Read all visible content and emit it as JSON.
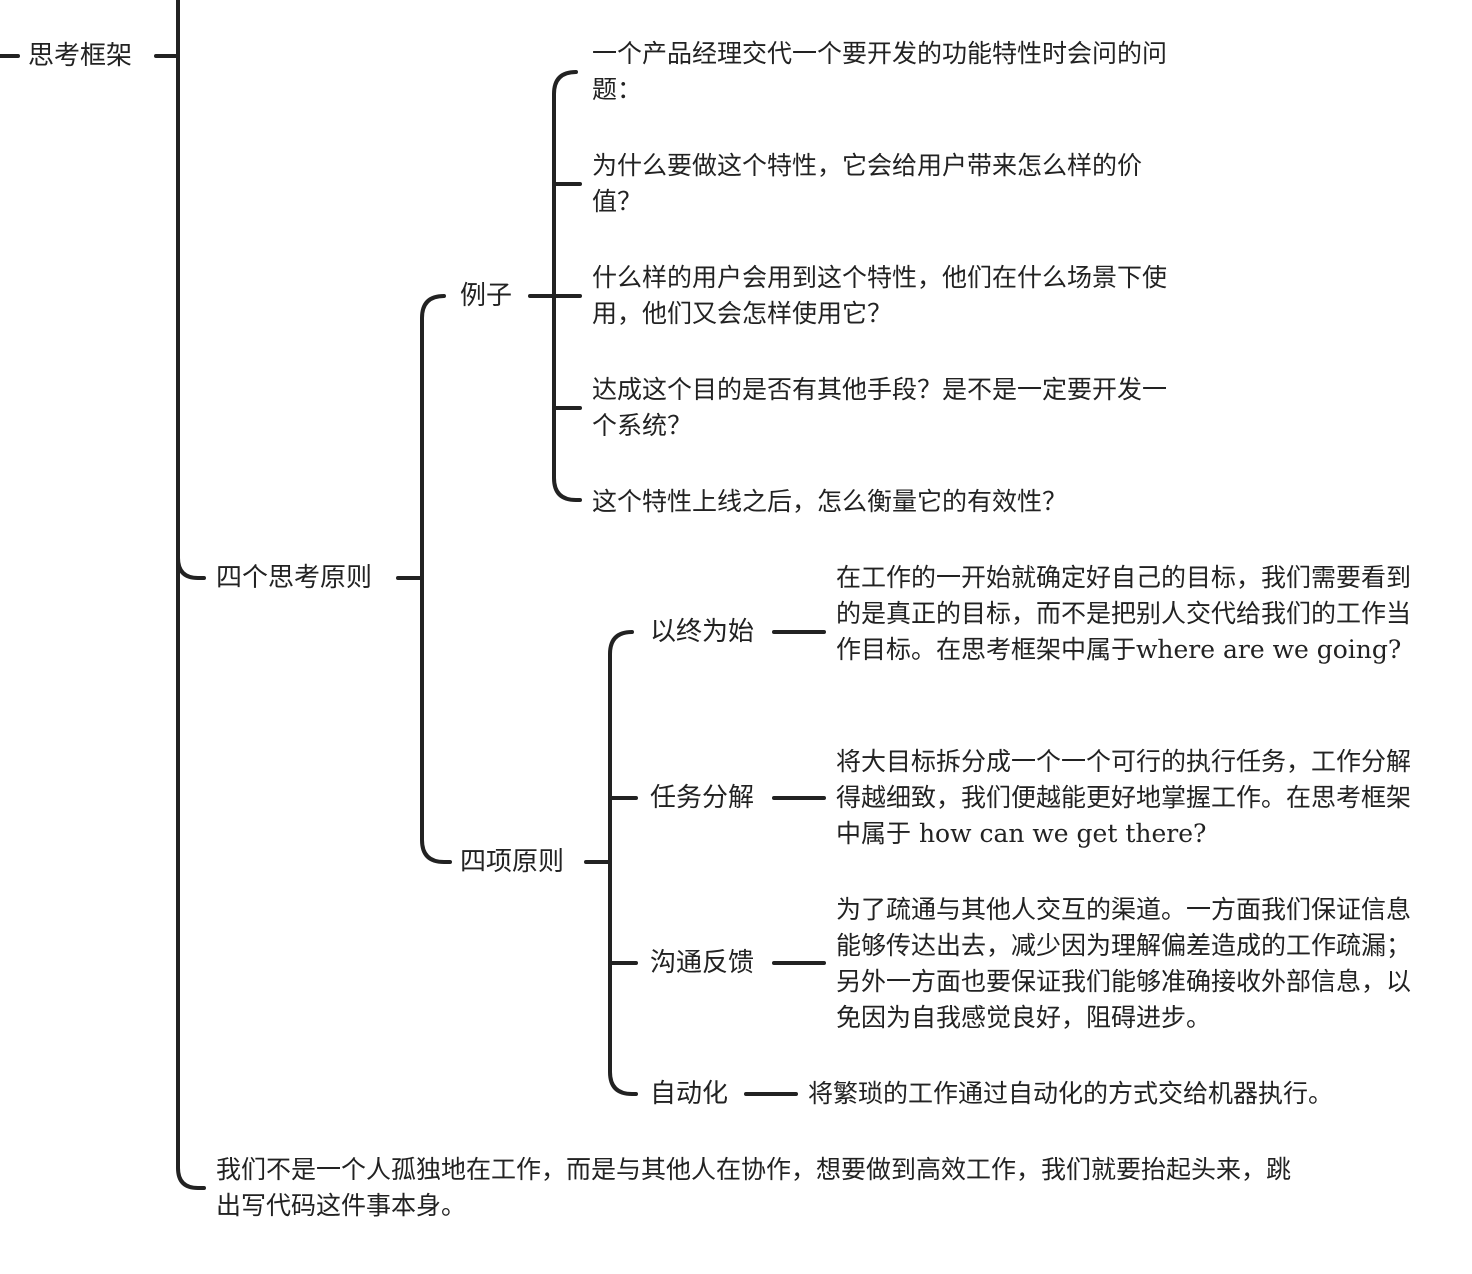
{
  "mindmap": {
    "branch_root": {
      "label": "思考框架"
    },
    "four_principles": {
      "label": "四个思考原则",
      "example": {
        "label": "例子",
        "items": [
          "一个产品经理交代一个要开发的功能特性时会问的问题：",
          "为什么要做这个特性，它会给用户带来怎么样的价值？",
          "什么样的用户会用到这个特性，他们在什么场景下使用，他们又会怎样使用它？",
          "达成这个目的是否有其他手段？是不是一定要开发一个系统？",
          "这个特性上线之后，怎么衡量它的有效性？"
        ]
      },
      "four_items": {
        "label": "四项原则",
        "items": [
          {
            "label": "以终为始",
            "desc": "在工作的一开始就确定好自己的目标，我们需要看到的是真正的目标，而不是把别人交代给我们的工作当作目标。在思考框架中属于where are we going?"
          },
          {
            "label": "任务分解",
            "desc": "将大目标拆分成一个一个可行的执行任务，工作分解得越细致，我们便越能更好地掌握工作。在思考框架中属于 how can we get there?"
          },
          {
            "label": "沟通反馈",
            "desc": "为了疏通与其他人交互的渠道。一方面我们保证信息能够传达出去，减少因为理解偏差造成的工作疏漏；另外一方面也要保证我们能够准确接收外部信息，以免因为自我感觉良好，阻碍进步。"
          },
          {
            "label": "自动化",
            "desc": "将繁琐的工作通过自动化的方式交给机器执行。"
          }
        ]
      }
    },
    "summary": {
      "text": "我们不是一个人孤独地在工作，而是与其他人在协作，想要做到高效工作，我们就要抬起头来，跳出写代码这件事本身。"
    }
  }
}
